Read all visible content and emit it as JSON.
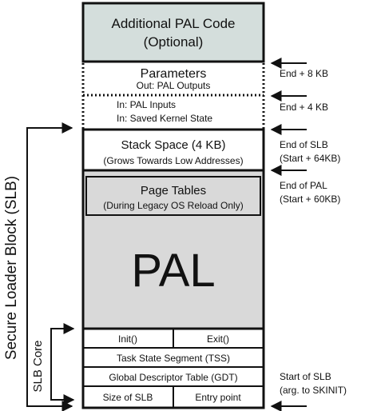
{
  "colors": {
    "line": "#111111",
    "gray_box": "#d9d9d9",
    "teal_box": "#d4dedc",
    "white": "#ffffff"
  },
  "blocks": {
    "additional_pal": {
      "line1": "Additional PAL Code",
      "line2": "(Optional)"
    },
    "parameters": {
      "title": "Parameters",
      "out": "Out: PAL Outputs"
    },
    "inputs": {
      "in1": "In: PAL Inputs",
      "in2": "In: Saved Kernel State"
    },
    "stack": {
      "title": "Stack Space (4 KB)",
      "subtitle": "(Grows Towards Low Addresses)"
    },
    "page_tables": {
      "title": "Page Tables",
      "subtitle": "(During Legacy OS Reload Only)"
    },
    "pal": {
      "label": "PAL"
    },
    "init": {
      "label": "Init()"
    },
    "exit": {
      "label": "Exit()"
    },
    "tss": {
      "label": "Task State Segment (TSS)"
    },
    "gdt": {
      "label": "Global Descriptor Table (GDT)"
    },
    "size_slb": {
      "label": "Size of SLB"
    },
    "entry_point": {
      "label": "Entry point"
    }
  },
  "annotations": {
    "end_8kb": "End + 8 KB",
    "end_4kb": "End + 4 KB",
    "end_slb": {
      "line1": "End of SLB",
      "line2": "(Start + 64KB)"
    },
    "end_pal": {
      "line1": "End of PAL",
      "line2": "(Start + 60KB)"
    },
    "start_slb": {
      "line1": "Start of SLB",
      "line2": "(arg. to SKINIT)"
    }
  },
  "side_labels": {
    "slb": "Secure Loader Block (SLB)",
    "slb_core": "SLB Core"
  }
}
